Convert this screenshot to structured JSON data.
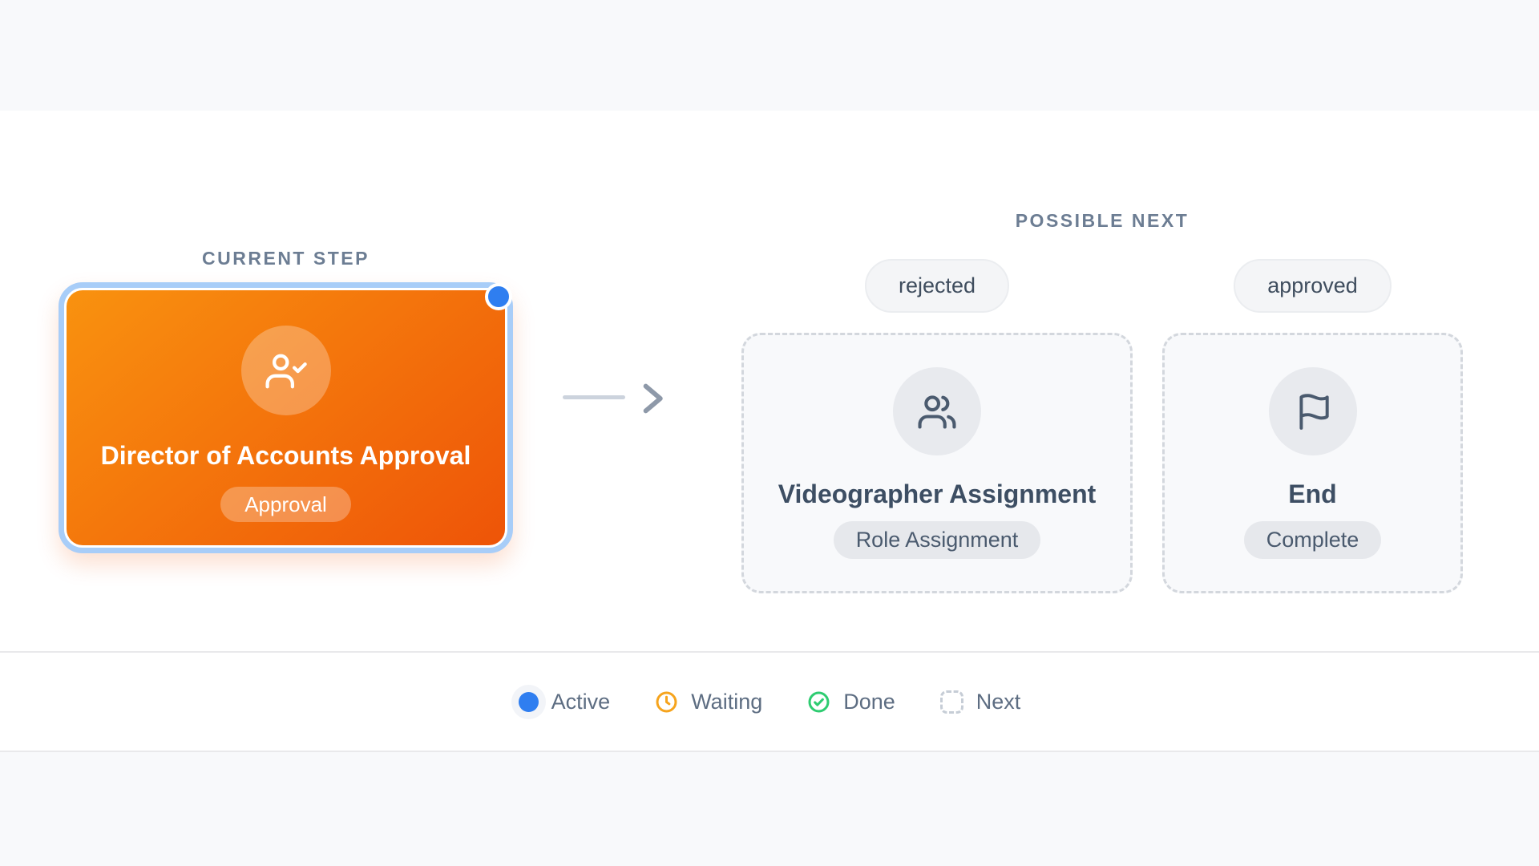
{
  "current_step": {
    "section_label": "CURRENT STEP",
    "title": "Director of Accounts Approval",
    "badge": "Approval",
    "icon": "user-check-icon",
    "status_icon": "active-dot-icon"
  },
  "connector": {
    "icon": "chevron-right-icon"
  },
  "possible_next": {
    "section_label": "POSSIBLE NEXT",
    "options": [
      {
        "condition": "rejected",
        "title": "Videographer Assignment",
        "badge": "Role Assignment",
        "icon": "users-icon"
      },
      {
        "condition": "approved",
        "title": "End",
        "badge": "Complete",
        "icon": "flag-icon"
      }
    ]
  },
  "legend": {
    "items": [
      {
        "label": "Active",
        "icon": "active-dot-icon",
        "color": "#2F7EF0"
      },
      {
        "label": "Waiting",
        "icon": "clock-icon",
        "color": "#F6A41D"
      },
      {
        "label": "Done",
        "icon": "check-circle-icon",
        "color": "#2ECC71"
      },
      {
        "label": "Next",
        "icon": "dashed-box-icon",
        "color": "#C6CDD6"
      }
    ]
  },
  "colors": {
    "orange-start": "#F9920F",
    "orange-end": "#EE5408",
    "ring-blue": "#A8CDF8",
    "status-blue": "#2F7EF0",
    "waiting-orange": "#F6A41D",
    "done-green": "#2ECC71",
    "next-gray": "#C6CDD6",
    "label-slate": "#6C7D93",
    "title-dark": "#3D4E63",
    "text-slate": "#5D6D82",
    "band-bg": "#F8F9FB",
    "card-bg": "#F8F9FB",
    "divider": "#E9E9EB",
    "dashed-border": "#D3D7DD",
    "icon-circle-bg": "#E8EAEE",
    "badge-bg": "#E6E8EC",
    "badge-text": "#4A5A6E",
    "pill-bg": "#F4F5F7",
    "pill-border": "#EBEDF0",
    "pill-text": "#3F4D5E",
    "arrow-line": "#CCD3DD",
    "arrow-chevron": "#8E99A9",
    "next-icon-stroke": "#4A5A6E"
  }
}
